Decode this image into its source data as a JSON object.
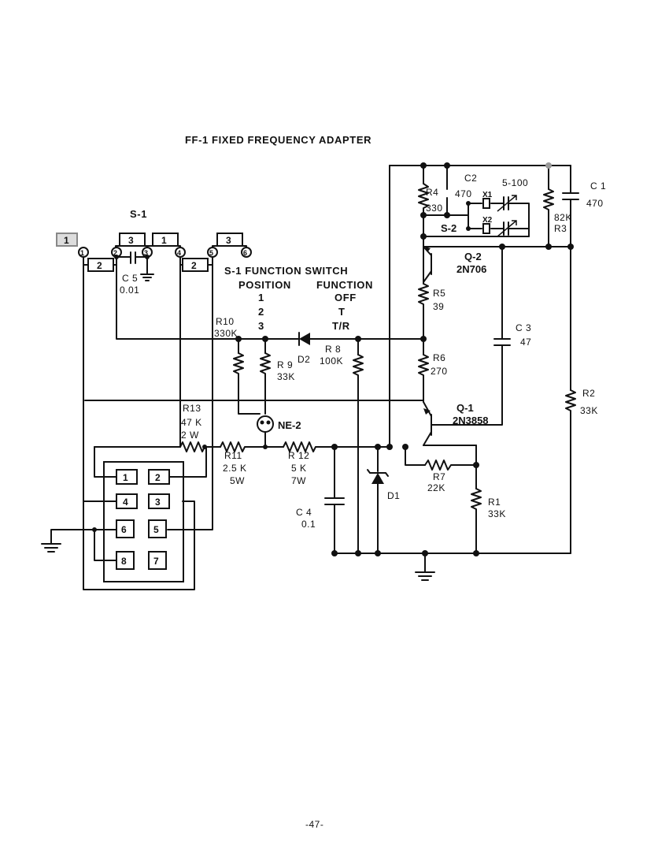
{
  "title": "FF-1 FIXED FREQUENCY ADAPTER",
  "page_number": "-47-",
  "switch": {
    "name": "S-1",
    "terminals": [
      "1",
      "2",
      "3",
      "4",
      "5",
      "6"
    ],
    "contact_boxes": [
      "3",
      "1",
      "3",
      "2",
      "2"
    ],
    "left_tab": "1"
  },
  "legend": {
    "title": "S-1 FUNCTION SWITCH",
    "col1_header": "POSITION",
    "col2_header": "FUNCTION",
    "pos1": "1",
    "pos2": "2",
    "pos3": "3",
    "func1": "OFF",
    "func2": "T",
    "func3": "T/R"
  },
  "components": {
    "c1": {
      "name": "C 1",
      "value": "470"
    },
    "c2": {
      "name": "C2",
      "value": "470"
    },
    "c3": {
      "name": "C 3",
      "value": "47"
    },
    "c4": {
      "name": "C 4",
      "value": "0.1"
    },
    "c5": {
      "name": "C 5",
      "value": "0.01"
    },
    "trimmer": "5-100",
    "r1": {
      "name": "R1",
      "value": "33K"
    },
    "r2": {
      "name": "R2",
      "value": "33K"
    },
    "r3": {
      "name": "R3",
      "value": "82K"
    },
    "r4": {
      "name": "R4",
      "value": "330"
    },
    "r5": {
      "name": "R5",
      "value": "39"
    },
    "r6": {
      "name": "R6",
      "value": "270"
    },
    "r7": {
      "name": "R7",
      "value": "22K"
    },
    "r8": {
      "name": "R 8",
      "value": "100K"
    },
    "r9": {
      "name": "R 9",
      "value": "33K"
    },
    "r10": {
      "name": "R10",
      "value": "330K"
    },
    "r11": {
      "name": "R11",
      "value": "2.5 K",
      "watt": "5W"
    },
    "r12": {
      "name": "R 12",
      "value": "5 K",
      "watt": "7W"
    },
    "r13": {
      "name": "R13",
      "value": "47 K",
      "watt": "2 W"
    },
    "d1": "D1",
    "d2": "D2",
    "ne2": "NE-2",
    "q1": {
      "name": "Q-1",
      "part": "2N3858"
    },
    "q2": {
      "name": "Q-2",
      "part": "2N706"
    },
    "s2": "S-2",
    "x1": "X1",
    "x2": "X2"
  },
  "plug_pins": [
    "1",
    "2",
    "4",
    "3",
    "6",
    "5",
    "8",
    "7"
  ]
}
